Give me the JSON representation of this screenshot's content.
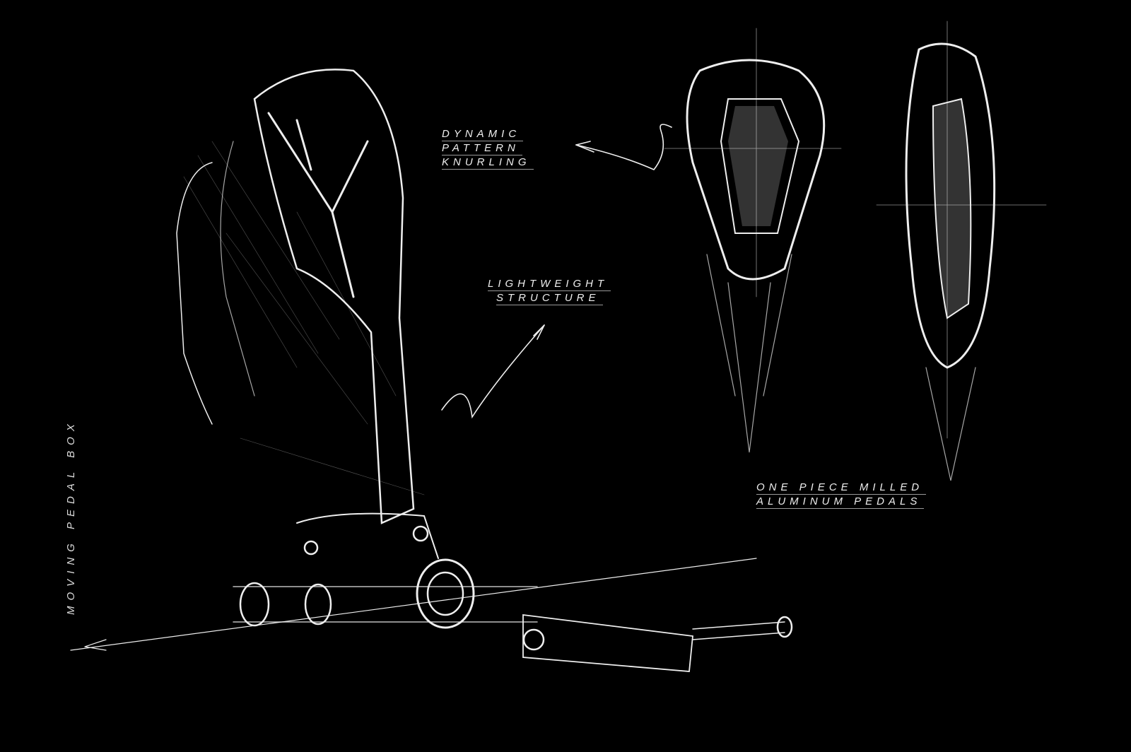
{
  "title": "Moving Pedal Box",
  "annotations": {
    "knurling": [
      "Dynamic",
      "Pattern",
      "Knurling"
    ],
    "structure": [
      "Lightweight",
      "Structure"
    ],
    "pedals": [
      "One piece milled",
      "Aluminum pedals"
    ]
  },
  "colors": {
    "background": "#000000",
    "line": "#f2f2f2"
  }
}
